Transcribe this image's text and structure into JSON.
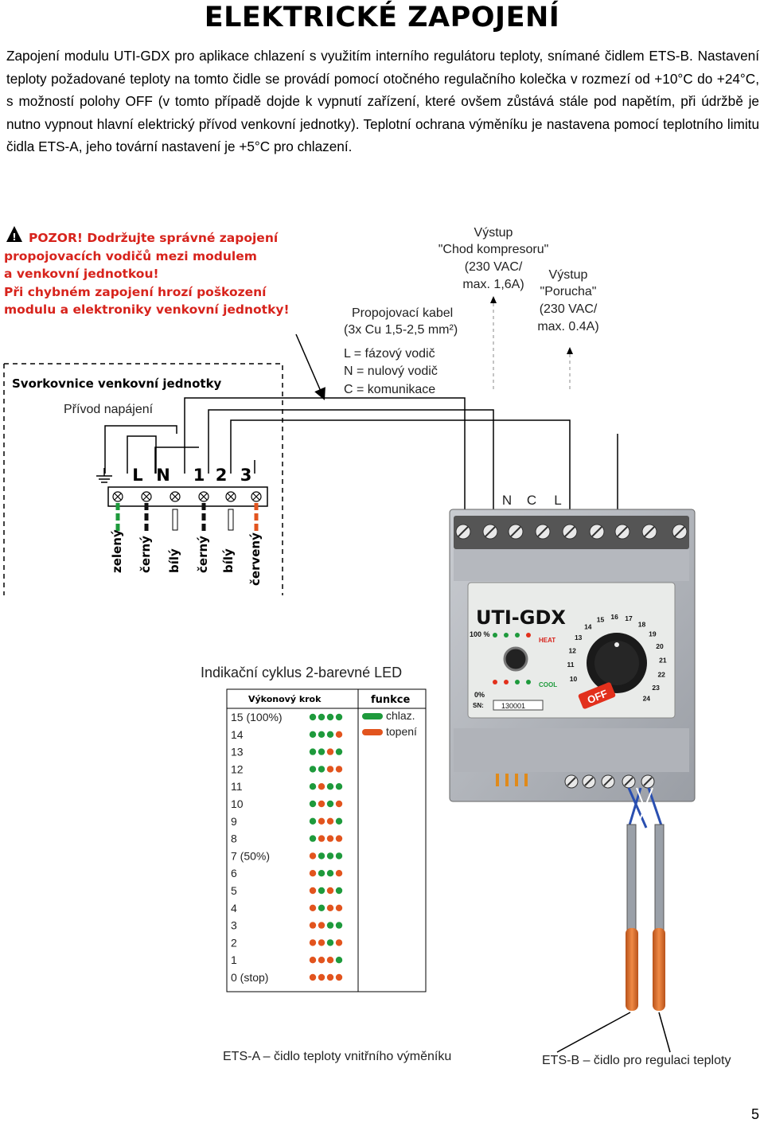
{
  "page": {
    "title": "ELEKTRICKÉ ZAPOJENÍ",
    "intro": "Zapojení modulu UTI-GDX pro aplikace chlazení s využitím interního regulátoru teploty, snímané čidlem ETS-B. Nastavení teploty požadované teploty na tomto čidle se provádí pomocí otočného regulačního kolečka v rozmezí od +10°C do +24°C, s možností polohy OFF (v tomto případě dojde k vypnutí zařízení, které ovšem zůstává stále pod napětím, při údržbě je nutno vypnout hlavní elektrický přívod venkovní jednotky). Teplotní ochrana výměníku je nastavena pomocí teplotního limitu čidla ETS-A, jeho tovární nastavení je +5°C pro chlazení.",
    "page_number": "5"
  },
  "warning": {
    "lines": [
      "POZOR! Dodržujte správné zapojení",
      "propojovacích vodičů mezi modulem",
      "a venkovní jednotkou!",
      "Při chybném zapojení hrozí poškození",
      "modulu a elektroniky venkovní jednotky!"
    ]
  },
  "outputs": {
    "compressor": [
      "Výstup",
      "\"Chod kompresoru\"",
      "(230 VAC/",
      "max. 1,6A)"
    ],
    "fault": [
      "Výstup",
      "\"Porucha\"",
      "(230 VAC/",
      "max. 0.4A)"
    ]
  },
  "cable": {
    "title": [
      "Propojovací kabel",
      "(3x Cu 1,5-2,5 mm²)"
    ],
    "legend": [
      "L = fázový vodič",
      "N = nulový vodič",
      "C = komunikace"
    ]
  },
  "terminal_block": {
    "title": "Svorkovnice venkovní jednotky",
    "supply": "Přívod napájení",
    "labels": [
      "L",
      "N",
      "1",
      "2",
      "3"
    ],
    "wires": [
      "zelený",
      "černý",
      "bílý",
      "černý",
      "bílý",
      "červený"
    ],
    "colors": {
      "green": "#1e9a3c",
      "black": "#111111",
      "red": "#e2541e"
    }
  },
  "module": {
    "terminal_labels": [
      "N",
      "C",
      "L"
    ],
    "name": "UTI-GDX",
    "label_100": "100 %",
    "label_0": "0%",
    "heat": "HEAT",
    "cool": "COOL",
    "sn_label": "SN:",
    "sn_value": "130001",
    "off": "OFF",
    "dial": [
      "10",
      "11",
      "12",
      "13",
      "14",
      "15",
      "16",
      "17",
      "18",
      "19",
      "20",
      "21",
      "22",
      "23",
      "24"
    ]
  },
  "led_table": {
    "title": "Indikační cyklus 2-barevné LED",
    "col_step": "Výkonový krok",
    "col_func": "funkce",
    "func_cool": "chlaz.",
    "func_heat": "topení",
    "steps": [
      "15 (100%)",
      "14",
      "13",
      "12",
      "11",
      "10",
      "9",
      "8",
      "7 (50%)",
      "6",
      "5",
      "4",
      "3",
      "2",
      "1",
      "0 (stop)"
    ],
    "patterns": [
      "gggg",
      "gggr",
      "ggrg",
      "ggrr",
      "grgg",
      "grgr",
      "grrg",
      "grrr",
      "rggg",
      "rggr",
      "rgrg",
      "rgrr",
      "rrgg",
      "rrgr",
      "rrrg",
      "rrrr"
    ]
  },
  "sensors": {
    "ets_a": "ETS-A – čidlo teploty vnitřního výměníku",
    "ets_b": "ETS-B – čidlo pro regulaci teploty"
  }
}
